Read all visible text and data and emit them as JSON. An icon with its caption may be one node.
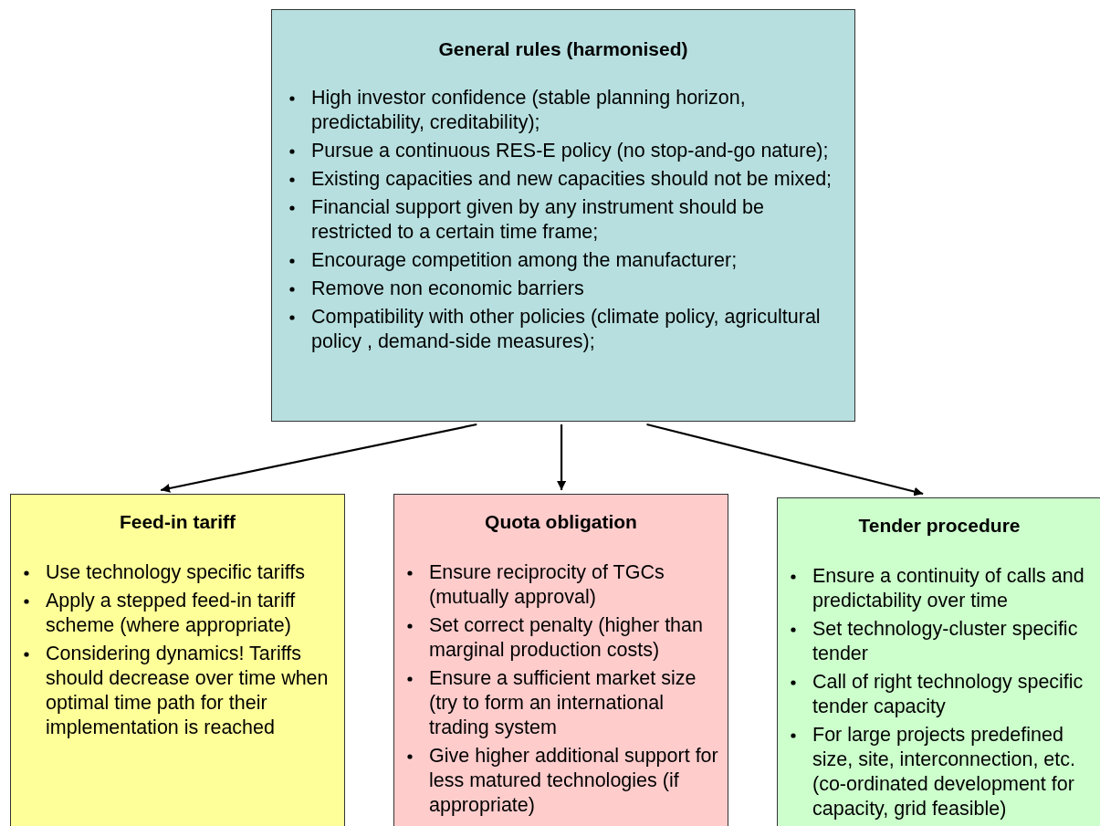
{
  "diagram": {
    "nodes": [
      {
        "text": [
          "General rules (harmonised)",
          "High investor confidence (stable planning horizon, predictability, creditability);",
          "Pursue a continuous RES-E policy (no stop-and-go nature);",
          "Existing capacities and new capacities should not be mixed;",
          "Financial support given by any instrument should be restricted to a certain time frame;",
          "Encourage competition among the manufacturer;",
          "Remove non economic barriers",
          "Compatibility with other policies (climate policy, agricultural policy , demand-side measures);"
        ]
      },
      {
        "text": [
          "Feed-in tariff",
          "Use technology specific tariffs",
          "Apply a stepped feed-in tariff scheme (where appropriate)",
          "Considering dynamics! Tariffs should decrease over time when optimal time path for their implementation is reached"
        ]
      },
      {
        "text": [
          "Quota obligation",
          "Ensure reciprocity of TGCs (mutually approval)",
          "Set correct penalty (higher than marginal production costs)",
          "Ensure a sufficient market size (try to form an international trading system",
          "Give higher additional support for less matured technologies (if appropriate)"
        ]
      },
      {
        "text": [
          "Tender procedure",
          "Ensure a continuity of calls and predictability over time",
          "Set technology-cluster specific tender",
          "Call of right technology specific tender capacity",
          "For large projects predefined size, site, interconnection, etc. (co-ordinated development for capacity, grid feasible)"
        ]
      }
    ],
    "edges": [
      {
        "from": 0,
        "to": 1,
        "arrow": "to"
      },
      {
        "from": 0,
        "to": 2,
        "arrow": "to"
      },
      {
        "from": 0,
        "to": 3,
        "arrow": "to"
      }
    ]
  }
}
